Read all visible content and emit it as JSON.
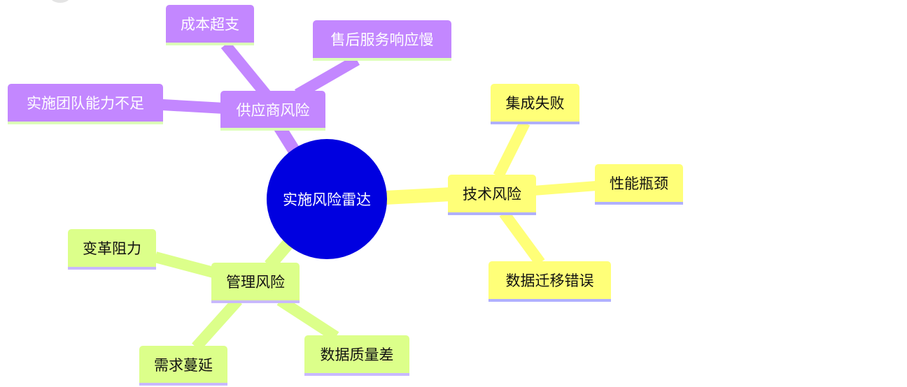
{
  "root": "实施风险雷达",
  "branches": [
    {
      "label": "供应商风险",
      "color": "#c387ff",
      "children": [
        "成本超支",
        "售后服务响应慢",
        "实施团队能力不足"
      ]
    },
    {
      "label": "技术风险",
      "color": "#ffff78",
      "children": [
        "集成失败",
        "性能瓶颈",
        "数据迁移错误"
      ]
    },
    {
      "label": "管理风险",
      "color": "#dcff8a",
      "children": [
        "变革阻力",
        "需求蔓延",
        "数据质量差"
      ]
    }
  ]
}
